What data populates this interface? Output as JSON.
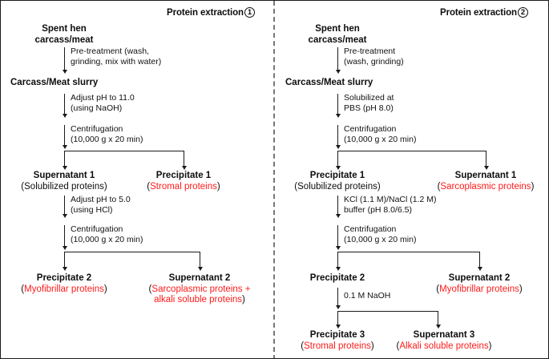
{
  "figure": {
    "type": "flowchart",
    "description": "Two parallel protein extraction process flow diagrams for spent hen carcass/meat",
    "accent_red": "#ff1a1a",
    "line_color": "#1a1a1a"
  },
  "panels": [
    {
      "id": "panel-1",
      "title": "Protein extraction",
      "badge": "1",
      "nodes": [
        {
          "name": "Spent hen",
          "name2": "carcass/meat",
          "sub": "",
          "sub_red": false
        },
        {
          "name": "Carcass/Meat slurry",
          "sub": "",
          "sub_red": false
        },
        {
          "name": "Supernatant 1",
          "sub": "(Solubilized proteins)",
          "sub_red": false
        },
        {
          "name": "Precipitate 1",
          "sub_open": "(",
          "sub_red_text": "Stromal proteins",
          "sub_close": ")",
          "sub_red": true
        },
        {
          "name": "Precipitate 2",
          "sub_open": "(",
          "sub_red_text": "Myofibrillar proteins",
          "sub_close": ")",
          "sub_red": true
        },
        {
          "name": "Supernatant 2",
          "sub_open": "(",
          "sub_red_text": "Sarcoplasmic proteins +",
          "sub_red_text2": "alkali soluble proteins",
          "sub_close": ")",
          "sub_red": true
        }
      ],
      "steps": [
        {
          "line1": "Pre-treatment (wash,",
          "line2": "grinding, mix with water)"
        },
        {
          "line1": "Adjust pH to 11.0",
          "line2": "(using NaOH)"
        },
        {
          "line1": "Centrifugation",
          "line2": "(10,000 g x 20 min)"
        },
        {
          "line1": "Adjust pH to 5.0",
          "line2": "(using HCl)"
        },
        {
          "line1": "Centrifugation",
          "line2": "(10,000 g x 20 min)"
        }
      ]
    },
    {
      "id": "panel-2",
      "title": "Protein extraction",
      "badge": "2",
      "nodes": [
        {
          "name": "Spent hen",
          "name2": "carcass/meat",
          "sub": "",
          "sub_red": false
        },
        {
          "name": "Carcass/Meat slurry",
          "sub": "",
          "sub_red": false
        },
        {
          "name": "Precipitate 1",
          "sub": "(Solubilized proteins)",
          "sub_red": false
        },
        {
          "name": "Supernatant 1",
          "sub_open": "(",
          "sub_red_text": "Sarcoplasmic proteins",
          "sub_close": ")",
          "sub_red": true
        },
        {
          "name": "Precipitate 2",
          "sub": "",
          "sub_red": false
        },
        {
          "name": "Supernatant 2",
          "sub_open": "(",
          "sub_red_text": "Myofibrillar proteins",
          "sub_close": ")",
          "sub_red": true
        },
        {
          "name": "Precipitate 3",
          "sub_open": "(",
          "sub_red_text": "Stromal proteins",
          "sub_close": ")",
          "sub_red": true
        },
        {
          "name": "Supernatant 3",
          "sub_open": "(",
          "sub_red_text": "Alkali soluble proteins",
          "sub_close": ")",
          "sub_red": true
        }
      ],
      "steps": [
        {
          "line1": "Pre-treatment",
          "line2": "(wash, grinding)"
        },
        {
          "line1": "Solubilized at",
          "line2": "PBS (pH 8.0)"
        },
        {
          "line1": "Centrifugation",
          "line2": "(10,000 g x 20 min)"
        },
        {
          "line1": "KCl (1.1 M)/NaCl (1.2 M)",
          "line2": "buffer (pH 8.0/6.5)"
        },
        {
          "line1": "Centrifugation",
          "line2": "(10,000 g x 20 min)"
        },
        {
          "line1": "0.1 M NaOH",
          "line2": ""
        }
      ]
    }
  ]
}
